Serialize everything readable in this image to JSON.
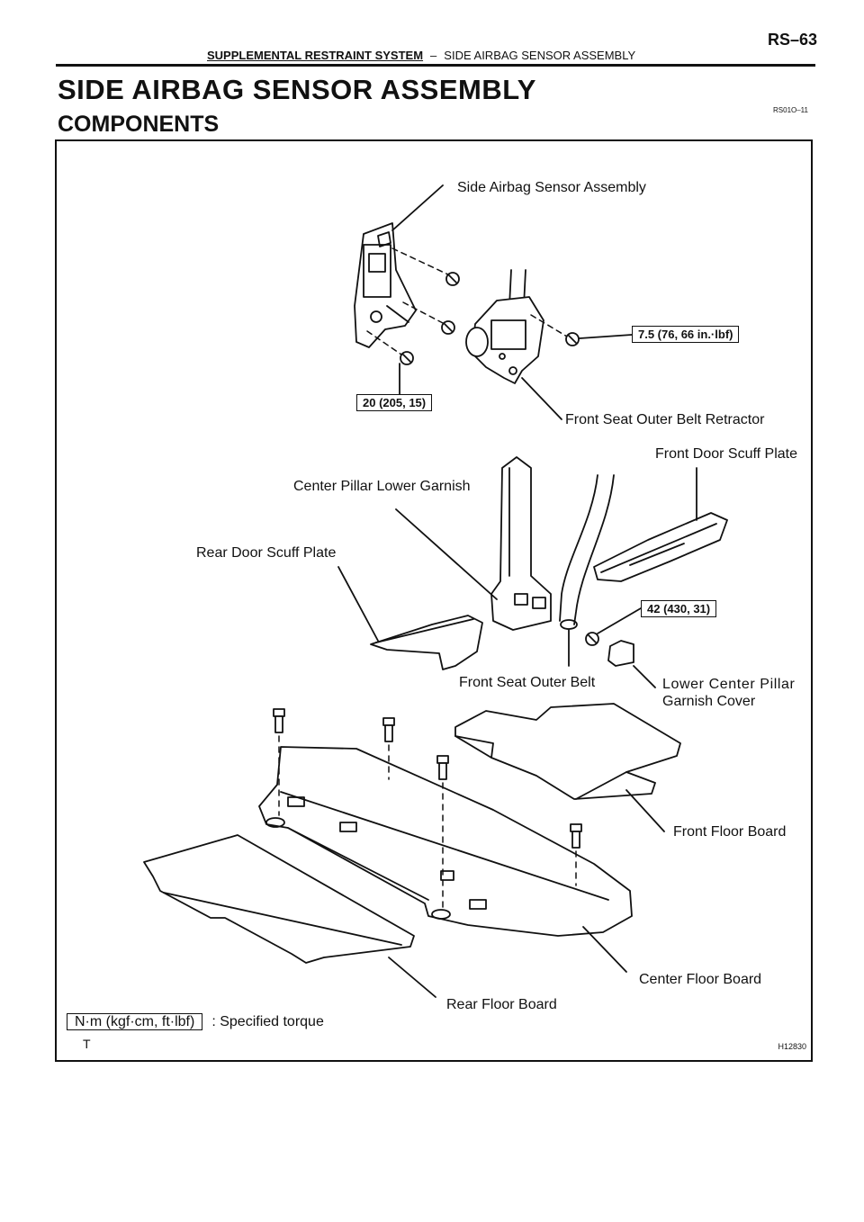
{
  "header": {
    "system": "SUPPLEMENTAL RESTRAINT SYSTEM",
    "separator": "–",
    "section": "SIDE AIRBAG SENSOR ASSEMBLY",
    "page": "RS–63"
  },
  "title": "SIDE AIRBAG SENSOR ASSEMBLY",
  "subtitle": "COMPONENTS",
  "ref_code": "RS01O–11",
  "labels": {
    "side_airbag_sensor": "Side Airbag Sensor Assembly",
    "front_seat_outer_belt_retractor": "Front Seat Outer Belt Retractor",
    "front_door_scuff_plate": "Front Door Scuff Plate",
    "center_pillar_lower_garnish": "Center Pillar Lower Garnish",
    "rear_door_scuff_plate": "Rear Door Scuff Plate",
    "front_seat_outer_belt": "Front Seat Outer Belt",
    "lower_center_pillar_garnish_cover_1": "Lower Center Pillar",
    "lower_center_pillar_garnish_cover_2": "Garnish Cover",
    "front_floor_board": "Front Floor Board",
    "center_floor_board": "Center Floor Board",
    "rear_floor_board": "Rear Floor Board"
  },
  "torques": {
    "retractor_bolt": "7.5 (76, 66 in.·lbf)",
    "sensor_bolt": "20 (205, 15)",
    "belt_anchor": "42 (430, 31)"
  },
  "legend": {
    "unit": "N·m (kgf·cm, ft·lbf)",
    "text": ": Specified torque"
  },
  "footer": {
    "mark": "T",
    "figure_code": "H12830"
  }
}
